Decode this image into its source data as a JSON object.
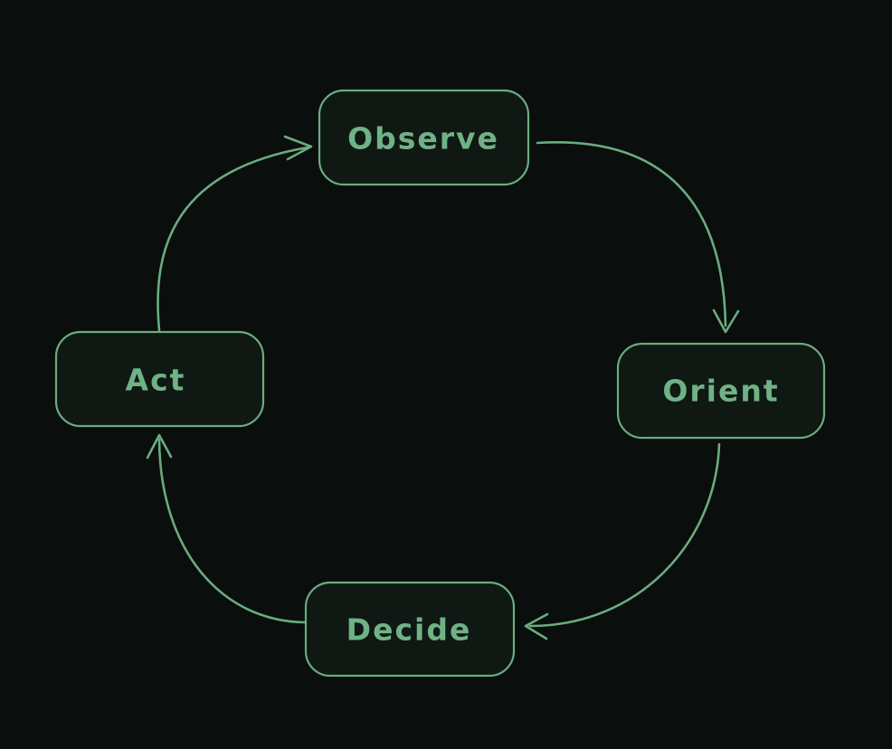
{
  "canvas": {
    "background": "#0a0e0c"
  },
  "palette": {
    "background": "#0a0e0c",
    "stroke_color": "#6aab80",
    "label_color": "#6fb286",
    "node_fill": "#101814"
  },
  "diagram": {
    "type": "cycle",
    "style": "hand-drawn",
    "nodes": [
      {
        "id": "observe",
        "label": "Observe",
        "position": "top-center"
      },
      {
        "id": "orient",
        "label": "Orient",
        "position": "right-middle"
      },
      {
        "id": "decide",
        "label": "Decide",
        "position": "bottom-center"
      },
      {
        "id": "act",
        "label": "Act",
        "position": "left-middle"
      }
    ],
    "edges": [
      {
        "from": "act",
        "to": "observe",
        "direction": "up-then-right"
      },
      {
        "from": "observe",
        "to": "orient",
        "direction": "right-then-down"
      },
      {
        "from": "orient",
        "to": "decide",
        "direction": "down-then-left"
      },
      {
        "from": "decide",
        "to": "act",
        "direction": "left-then-up"
      }
    ]
  }
}
